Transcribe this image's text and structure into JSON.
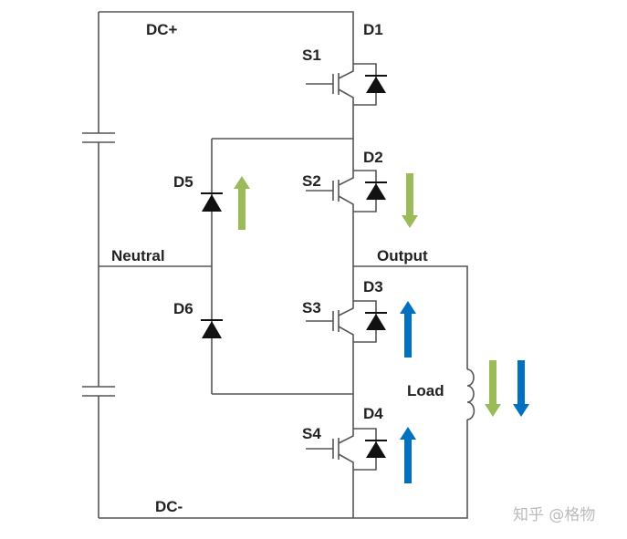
{
  "labels": {
    "dc_plus": "DC+",
    "dc_minus": "DC-",
    "neutral": "Neutral",
    "output": "Output",
    "load": "Load"
  },
  "switches": [
    {
      "switch": "S1",
      "diode": "D1"
    },
    {
      "switch": "S2",
      "diode": "D2"
    },
    {
      "switch": "S3",
      "diode": "D3"
    },
    {
      "switch": "S4",
      "diode": "D4"
    }
  ],
  "clamp_diodes": [
    "D5",
    "D6"
  ],
  "watermark": "知乎 @格物",
  "colors": {
    "green_arrow": "#9bbb59",
    "blue_arrow": "#0070c0",
    "wire": "#555555"
  }
}
